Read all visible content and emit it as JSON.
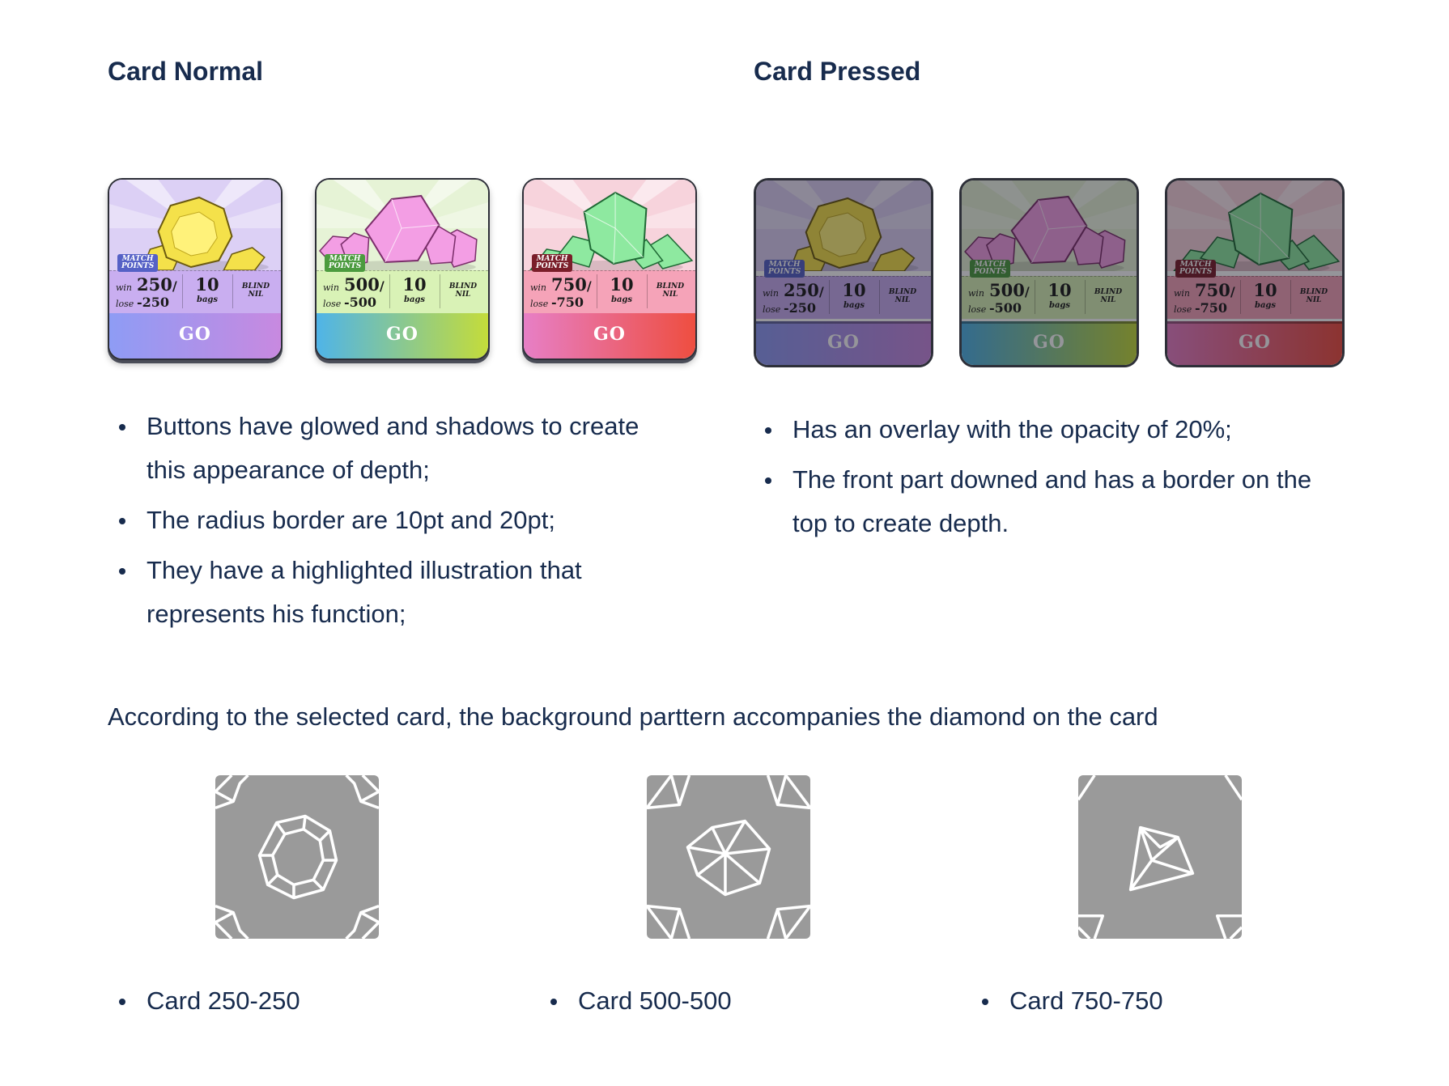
{
  "sections": {
    "normal": {
      "title": "Card Normal",
      "bullets": [
        "Buttons have glowed and shadows to create",
        "this appearance of depth;",
        "The radius border are 10pt and 20pt;",
        "They have a highlighted illustration that",
        "represents his function;"
      ]
    },
    "pressed": {
      "title": "Card Pressed",
      "bullets": [
        "Has an overlay with the opacity of 20%;",
        "The front part downed and has a border on the",
        "top to create depth."
      ]
    }
  },
  "card_labels": {
    "match_line1": "MATCH",
    "match_line2": "POINTS",
    "win": "win",
    "lose": "lose",
    "bags": "bags",
    "blind": "BLIND",
    "nil": "NIL",
    "go": "GO"
  },
  "cards": [
    {
      "win": "250",
      "lose": "-250",
      "bags": "10",
      "gem": "yellow-octagon-gem",
      "colors": {
        "info": "#c9aef0",
        "go_from": "#8e9cf5",
        "go_to": "#c889e0",
        "badge": "#5561c6",
        "gem": "#f4e14a",
        "bg": "#dcd0f5"
      }
    },
    {
      "win": "500",
      "lose": "-500",
      "bags": "10",
      "gem": "pink-dodecahedron-gem",
      "colors": {
        "info": "#d9f2b6",
        "go_from": "#4fb4e8",
        "go_to": "#c4dc3a",
        "badge": "#4c9b3f",
        "gem": "#f39ee4",
        "bg": "#e6f3d6"
      }
    },
    {
      "win": "750",
      "lose": "-750",
      "bags": "10",
      "gem": "green-diamond-gem",
      "colors": {
        "info": "#f5a3b8",
        "go_from": "#e77fc6",
        "go_to": "#ee4e40",
        "badge": "#7a1e2a",
        "gem": "#8ee9a0",
        "bg": "#f7d3dc"
      }
    }
  ],
  "para": "According to the selected card, the background parttern accompanies the diamond on the card",
  "patterns": [
    {
      "caption": "Card 250-250",
      "icon": "octagon-gem-pattern-icon"
    },
    {
      "caption": "Card 500-500",
      "icon": "dodecahedron-gem-pattern-icon"
    },
    {
      "caption": "Card 750-750",
      "icon": "diamond-gem-pattern-icon"
    }
  ]
}
